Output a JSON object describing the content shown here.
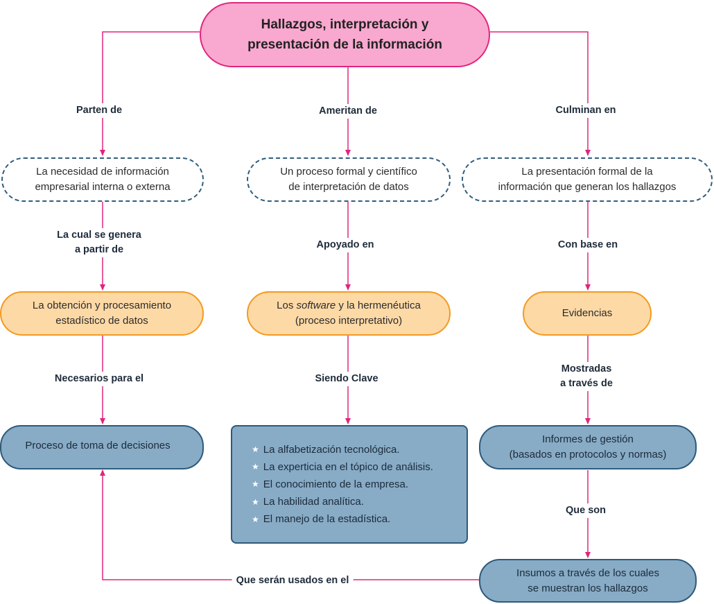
{
  "root": {
    "lines": [
      "Hallazgos, interpretación y",
      "presentación de la información"
    ]
  },
  "columns": {
    "left": {
      "link1": "Parten de",
      "node1": [
        "La necesidad de información",
        "empresarial interna o externa"
      ],
      "link2": [
        "La cual se genera",
        "a partir de"
      ],
      "node2": [
        "La obtención y procesamiento",
        "estadístico de datos"
      ],
      "link3": "Necesarios para el",
      "node3": "Proceso de toma de decisiones"
    },
    "center": {
      "link1": "Ameritan de",
      "node1": [
        "Un proceso formal y científico",
        "de interpretación de datos"
      ],
      "link2": "Apoyado en",
      "node2": {
        "pre": "Los ",
        "em": "software",
        "post": " y la hermenéutica",
        "line2": "(proceso interpretativo)"
      },
      "link3": "Siendo Clave",
      "node3_items": [
        "La alfabetización tecnológica.",
        "La experticia en el tópico de análisis.",
        "El conocimiento de la empresa.",
        "La habilidad analítica.",
        "El manejo de la estadística."
      ]
    },
    "right": {
      "link1": "Culminan en",
      "node1": [
        "La presentación formal de la",
        "información que generan los hallazgos"
      ],
      "link2": "Con base en",
      "node2": "Evidencias",
      "link3": [
        "Mostradas",
        "a través de"
      ],
      "node3": [
        "Informes de gestión",
        "(basados en protocolos y normas)"
      ],
      "link4": "Que son",
      "node4": [
        "Insumos a través de los cuales",
        "se muestran los hallazgos"
      ]
    }
  },
  "bottom_link": "Que serán usados en el",
  "colors": {
    "connector": "#e0257e",
    "root_fill": "#f9a8cf",
    "dashed_border": "#2f5d7e",
    "orange_fill": "#fdd9a6",
    "orange_border": "#f39a1f",
    "blue_fill": "#88abc6",
    "blue_border": "#2c5a7c"
  }
}
